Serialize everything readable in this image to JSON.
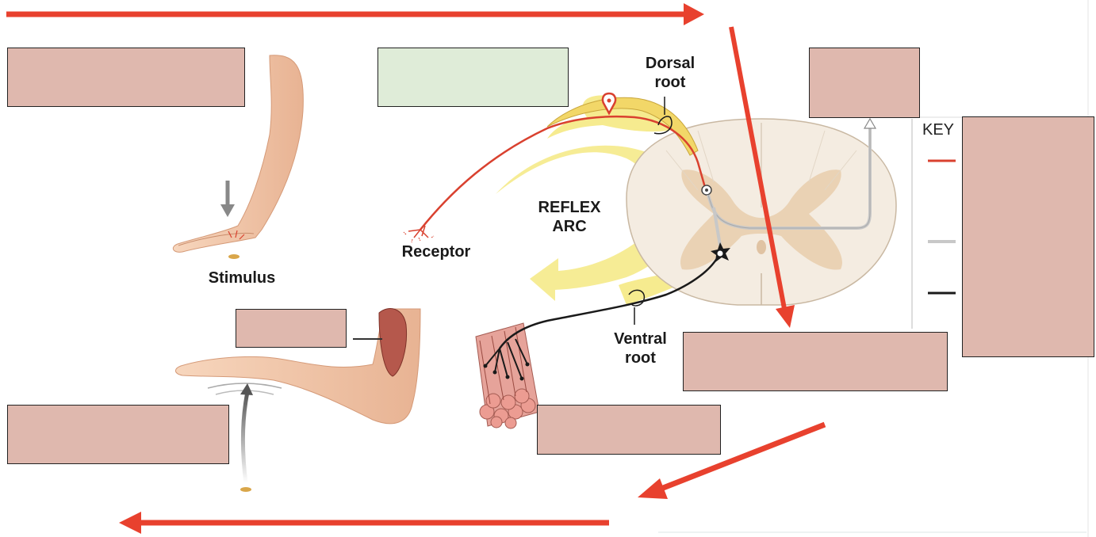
{
  "labels": {
    "dorsal_root": "Dorsal\nroot",
    "reflex_arc": "REFLEX\nARC",
    "receptor": "Receptor",
    "stimulus": "Stimulus",
    "ventral_root": "Ventral\nroot",
    "key": "KEY"
  },
  "colors": {
    "arrow": "#e8412e",
    "sensory_neuron": "#d9412f",
    "interneuron": "#c8c8c8",
    "motor_neuron": "#1a1a1a",
    "label_box_fill": "#dfb8ae",
    "label_box_fill_alt": "#dfecd8",
    "skin": "#f2c9a8",
    "spinal_cord": "#f4ece1",
    "gray_matter": "#ead2b4",
    "reflex_band": "#f6eb8f"
  },
  "key_items": [
    {
      "color": "#d9412f",
      "icon": "sensory-line"
    },
    {
      "color": "#c8c8c8",
      "icon": "interneuron-line"
    },
    {
      "color": "#1a1a1a",
      "icon": "motor-line"
    }
  ]
}
